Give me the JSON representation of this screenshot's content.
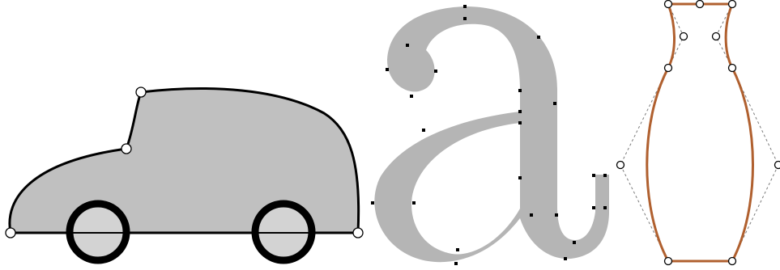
{
  "colors": {
    "background": "#ffffff",
    "shape_fill": "#c0c0c0",
    "glyph_fill": "#b5b5b5",
    "outline": "#000000",
    "wheel_hub": "#d3d3d3",
    "vase_curve": "#b0602f",
    "control_polygon": "#7a7a7a",
    "point_node": "#000000",
    "handle_fill": "#ffffff"
  },
  "figures": [
    {
      "name": "car",
      "kind": "filled-bezier-shape",
      "nodes": "open-circle"
    },
    {
      "name": "letter-a",
      "kind": "glyph-outline",
      "nodes": "small-square"
    },
    {
      "name": "vase",
      "kind": "bezier-curve-with-control-polygon",
      "nodes": "open-circle"
    }
  ]
}
